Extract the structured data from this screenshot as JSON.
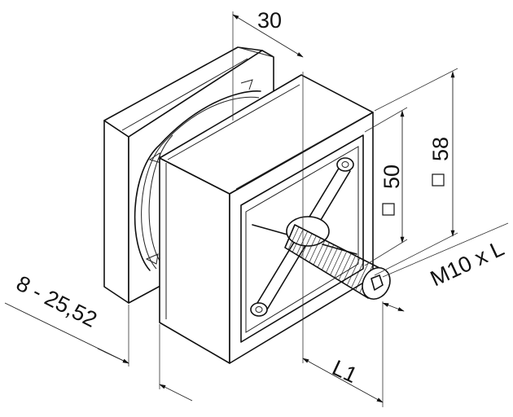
{
  "dimensions": {
    "depth": "30",
    "inner_square": "50",
    "outer_square": "58",
    "thread": "M10 x L",
    "thread_length": "L1",
    "glass_thickness": "8 - 25,52"
  }
}
